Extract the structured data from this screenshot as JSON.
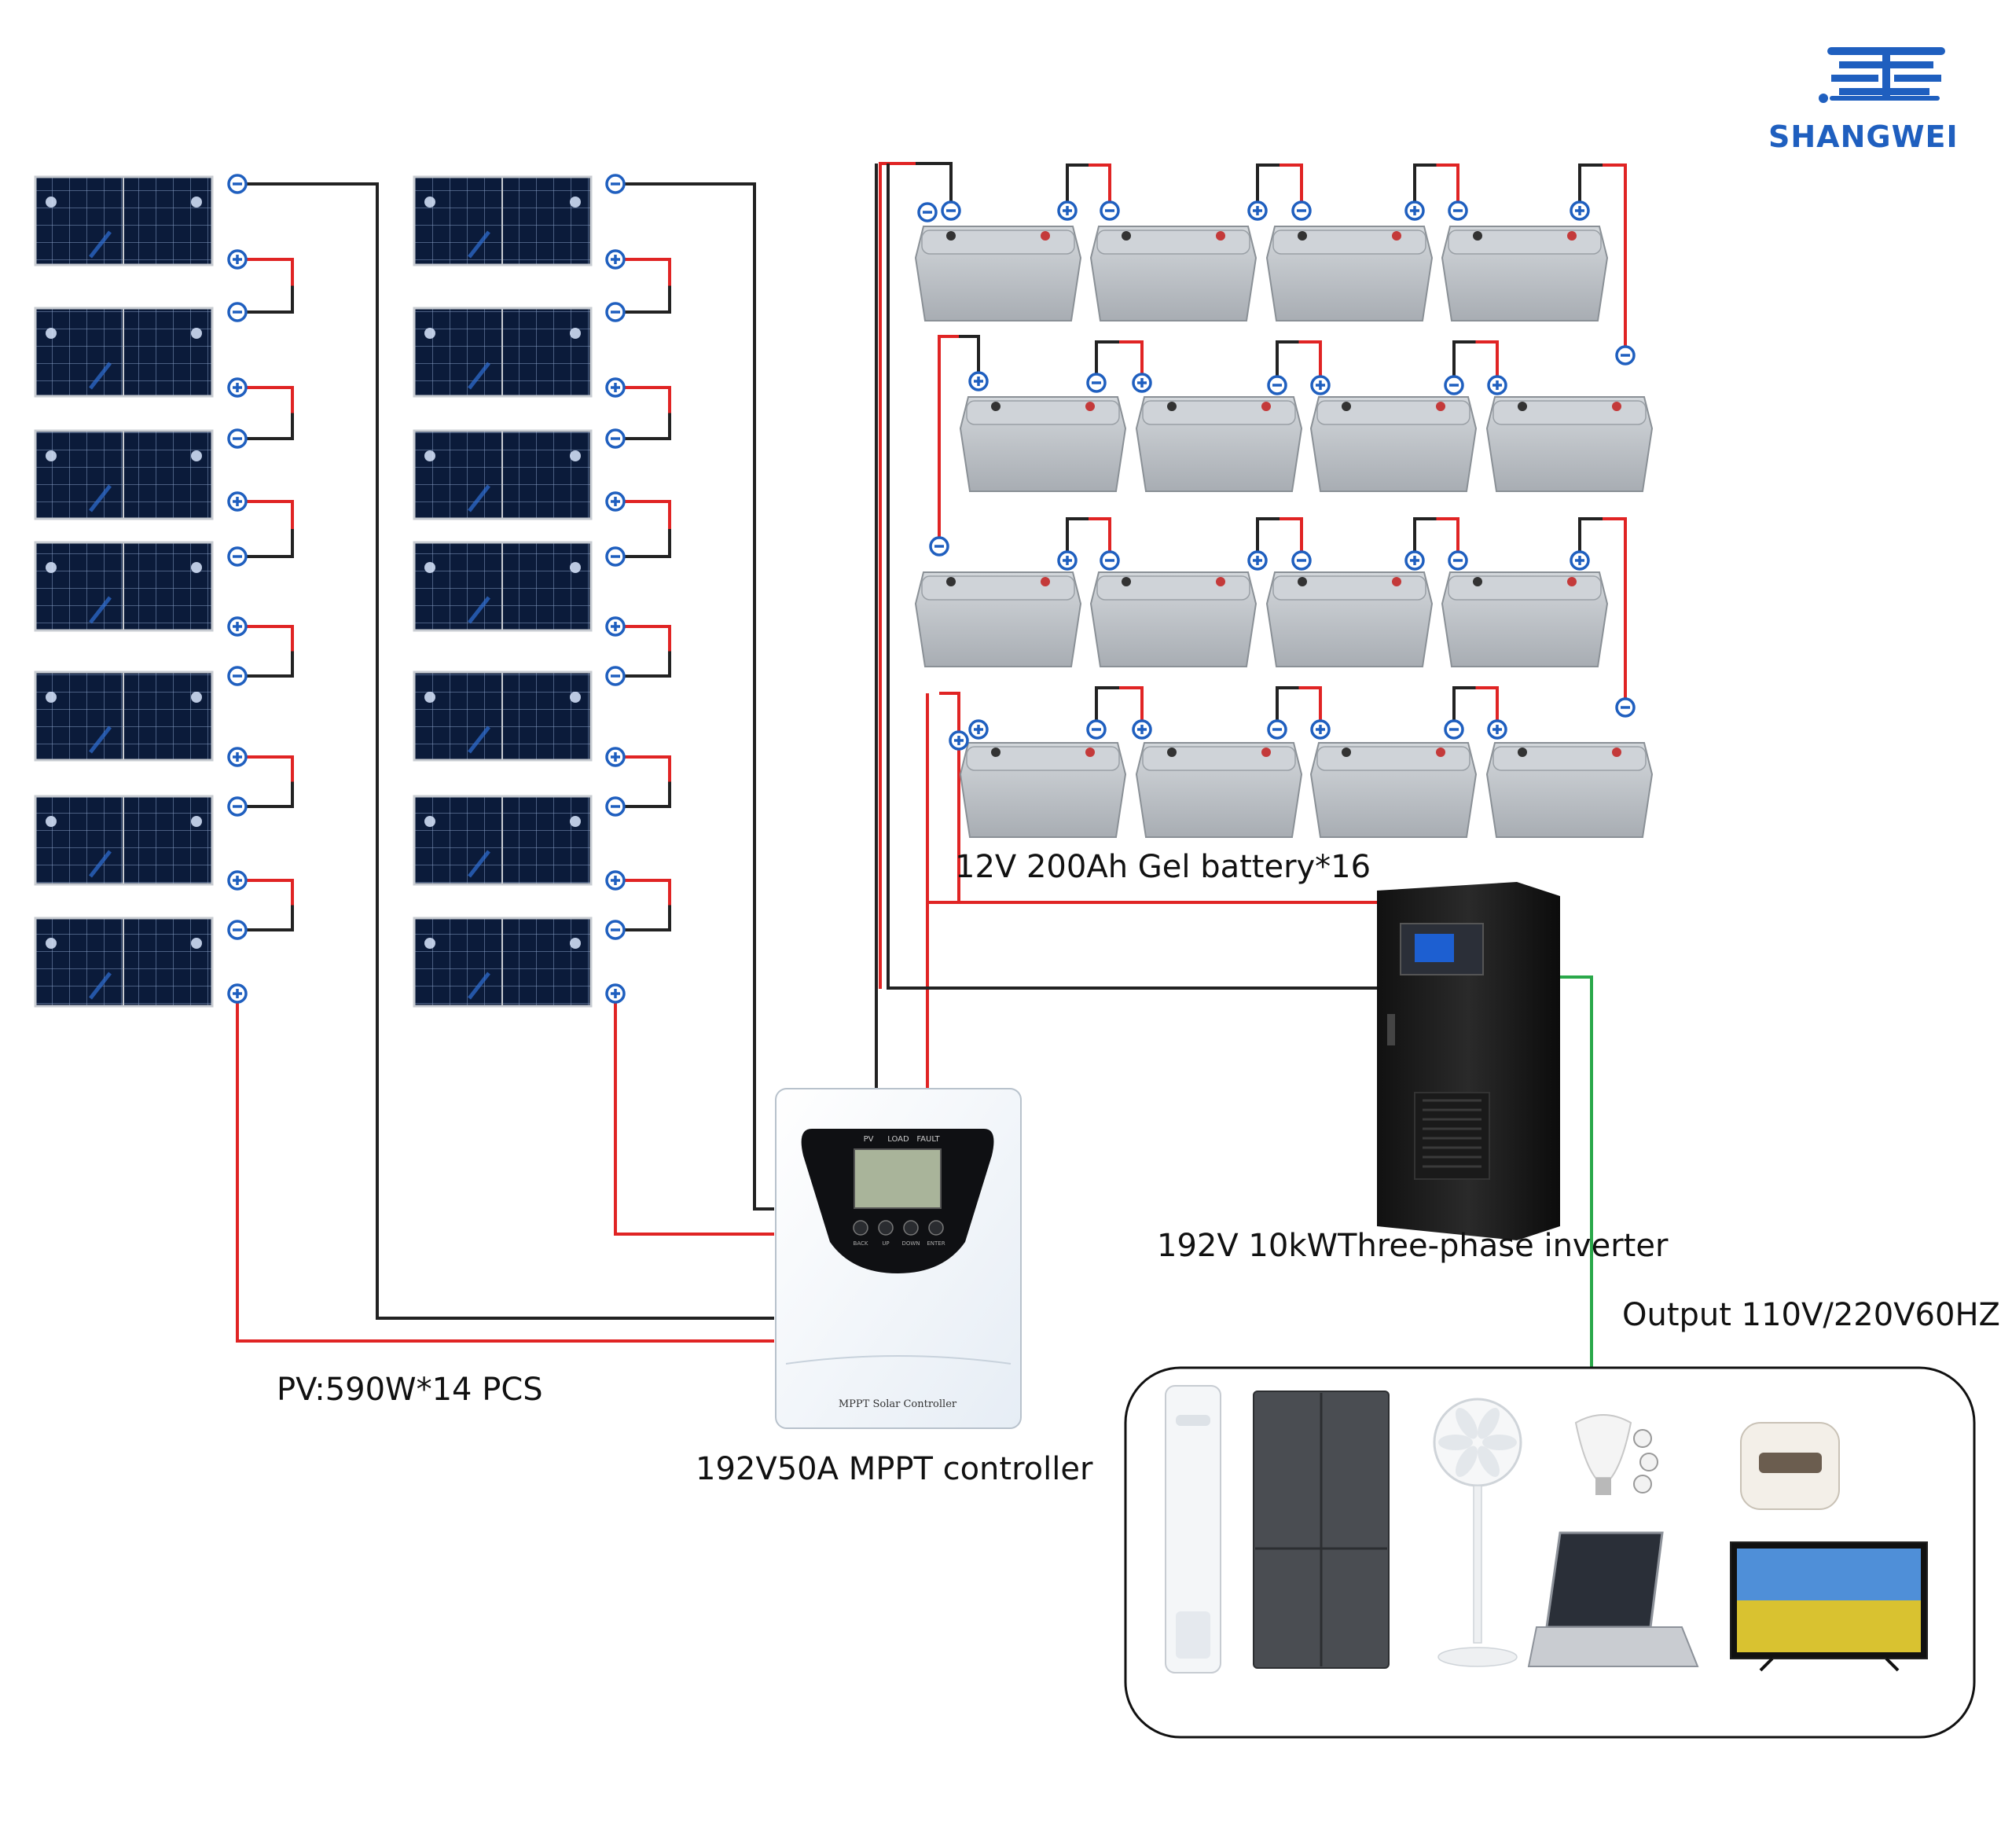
{
  "brand": {
    "name": "SHANGWEI",
    "accent": "#1f5fbf"
  },
  "labels": {
    "pv": "PV:590W*14 PCS",
    "controller": "192V50A MPPT controller",
    "battery": "12V 200Ah Gel battery*16",
    "inverter": "192V 10kWThree-phase  inverter",
    "output": "Output 110V/220V60HZ",
    "controller_face": "MPPT Solar Controller",
    "controller_leds": [
      "PV",
      "LOAD",
      "FAULT"
    ],
    "controller_buttons": [
      "BACK",
      "UP",
      "DOWN",
      "ENTER"
    ]
  },
  "components": {
    "solar_panel_strings": 2,
    "panels_per_string": 7,
    "battery_rows": 4,
    "batteries_per_row": 4
  },
  "loads": [
    "air-conditioner-icon",
    "refrigerator-icon",
    "standing-fan-icon",
    "light-bulbs-icon",
    "rice-cooker-icon",
    "laptop-icon",
    "television-icon"
  ],
  "colors": {
    "positive_wire": "#e02424",
    "negative_wire": "#222222",
    "ac_wire": "#2aa84a",
    "terminal": "#1f5fbf",
    "panel": "#0b1b3a",
    "battery": "#b9bec4"
  }
}
